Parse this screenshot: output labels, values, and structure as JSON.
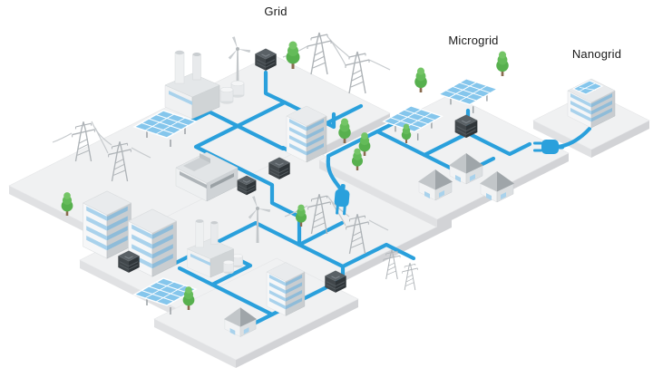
{
  "diagram": {
    "type": "isometric-energy-grid-illustration",
    "background": "#ffffff",
    "labels": {
      "grid": "Grid",
      "microgrid": "Microgrid",
      "nanogrid": "Nanogrid"
    },
    "colors": {
      "power_line": "#2aa0dc",
      "platform_top": "#f0f1f2",
      "platform_edge_left": "#e0e1e3",
      "platform_edge_right": "#d2d3d6",
      "tree_foliage": "#5eb254",
      "solar_panel": "#85c6ec",
      "building_light": "#f5f6f7",
      "building_shade": "#c9cdd0",
      "window_blue": "#a9d2ec",
      "storage_dark": "#3d4347",
      "structure_gray": "#aeb3b7"
    },
    "sections": [
      {
        "id": "grid",
        "label": "Grid",
        "components": [
          "power plant",
          "transmission towers",
          "wind turbines",
          "solar arrays",
          "factory",
          "office buildings",
          "battery storage",
          "storage tanks",
          "house",
          "trees",
          "power lines"
        ]
      },
      {
        "id": "microgrid",
        "label": "Microgrid",
        "components": [
          "solar arrays",
          "battery storage",
          "houses",
          "trees",
          "plug connection to grid"
        ]
      },
      {
        "id": "nanogrid",
        "label": "Nanogrid",
        "components": [
          "building with rooftop solar",
          "plug connection to microgrid"
        ]
      }
    ],
    "connections": [
      {
        "from": "microgrid",
        "to": "grid",
        "type": "plug"
      },
      {
        "from": "nanogrid",
        "to": "microgrid",
        "type": "plug"
      }
    ]
  }
}
